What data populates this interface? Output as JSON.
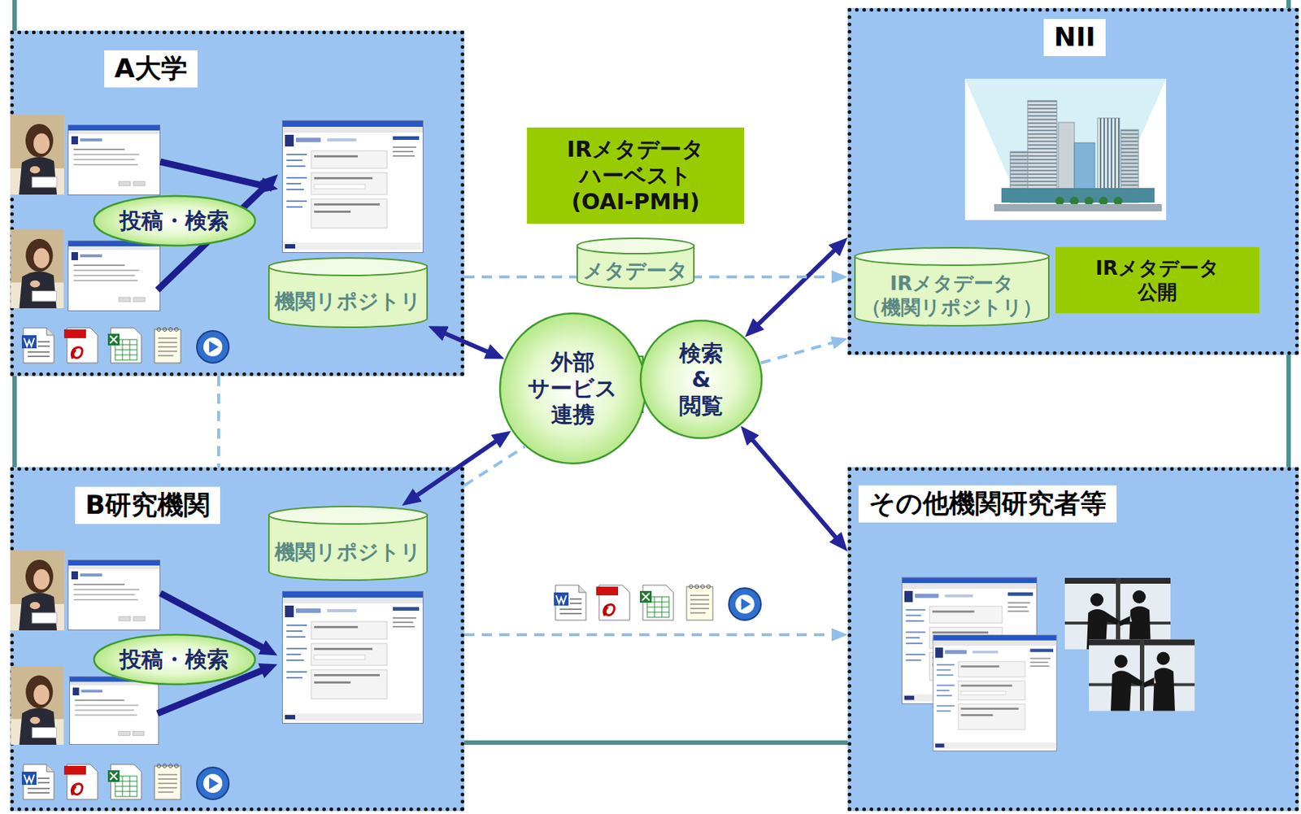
{
  "diagram": {
    "nodes": [
      {
        "text": [
          "A大学"
        ]
      },
      {
        "text": [
          "投稿・検索"
        ],
        "in": 0
      },
      {
        "text": [
          "機関リポジトリ"
        ],
        "in": 0
      },
      {
        "text": [
          "IRメタデータ ハーベスト (OAI-PMH)"
        ]
      },
      {
        "text": [
          "メタデータ"
        ]
      },
      {
        "text": [
          "NII"
        ]
      },
      {
        "text": [
          "IRメタデータ （機関リポジトリ）"
        ],
        "in": 5
      },
      {
        "text": [
          "IRメタデータ 公開"
        ],
        "in": 5
      },
      {
        "text": [
          "外部 サービス 連携"
        ]
      },
      {
        "text": [
          "検索 & 閲覧"
        ]
      },
      {
        "text": [
          "B研究機関"
        ]
      },
      {
        "text": [
          "機関リポジトリ"
        ],
        "in": 10
      },
      {
        "text": [
          "投稿・検索"
        ],
        "in": 10
      },
      {
        "text": [
          "その他機関研究者等"
        ]
      }
    ],
    "edges": [
      {
        "from": 2,
        "to": 8,
        "arrow": "both"
      },
      {
        "from": 5,
        "to": 9,
        "arrow": "both"
      },
      {
        "from": 11,
        "to": 8,
        "arrow": "both"
      },
      {
        "from": 9,
        "to": 13,
        "arrow": "both"
      },
      {
        "from": 0,
        "to": 5,
        "arrow": "to"
      },
      {
        "from": 0,
        "to": 10,
        "arrow": "none"
      },
      {
        "from": 10,
        "to": 8,
        "arrow": "none"
      },
      {
        "from": 9,
        "to": 5,
        "arrow": "to"
      },
      {
        "from": 10,
        "to": 13,
        "arrow": "to"
      }
    ]
  }
}
